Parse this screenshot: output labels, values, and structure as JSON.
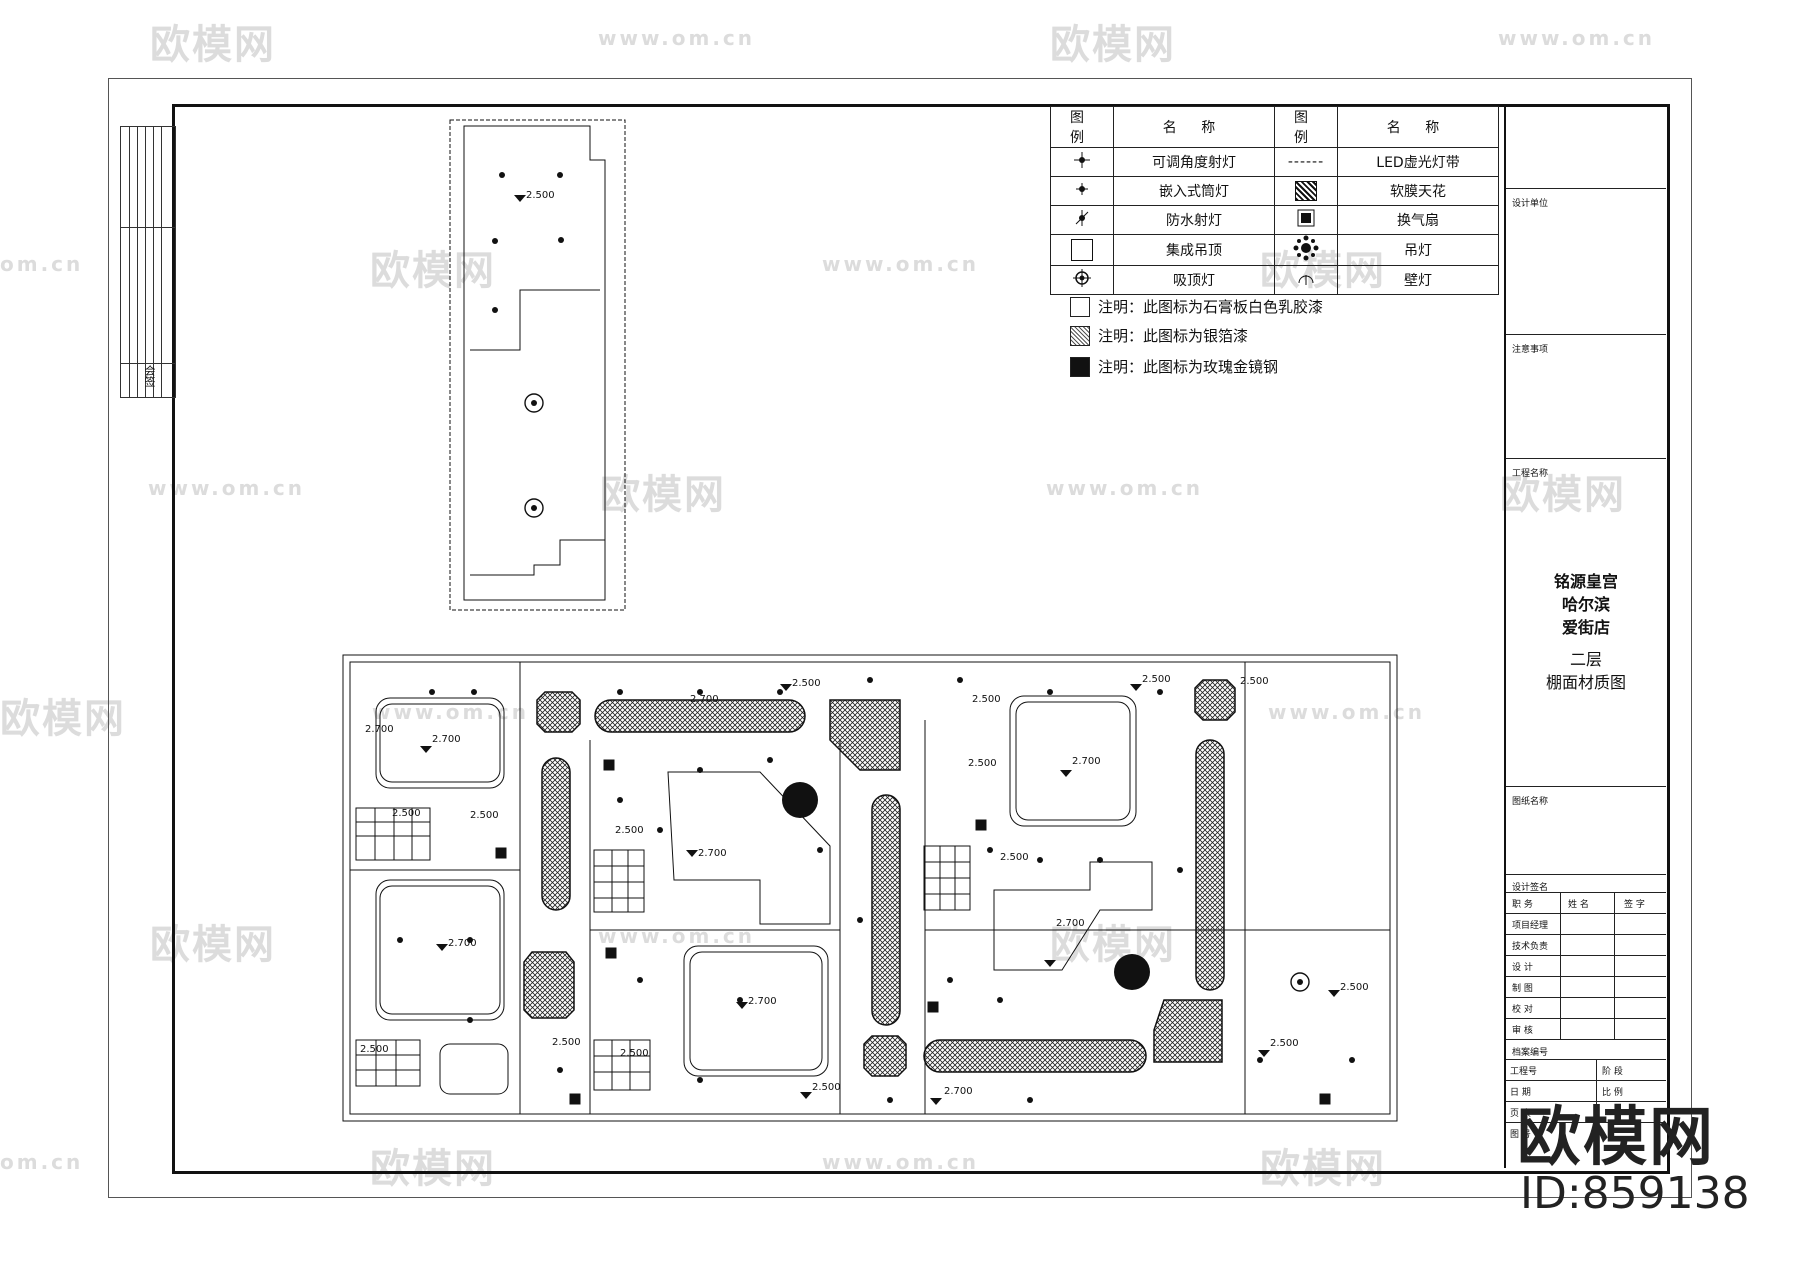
{
  "watermarks": {
    "brand": "欧模网",
    "url": "www.om.cn",
    "url_short": "om.cn"
  },
  "legend": {
    "headers": [
      "图 例",
      "名 称",
      "图 例",
      "名 称"
    ],
    "rows": [
      {
        "left_name": "可调角度射灯",
        "left_icon": "adjustable-spotlight-icon",
        "right_name": "LED虚光灯带",
        "right_icon": "led-strip-dashed-icon",
        "right_symbol": "------"
      },
      {
        "left_name": "嵌入式筒灯",
        "left_icon": "recessed-downlight-icon",
        "right_name": "软膜天花",
        "right_icon": "soft-film-ceiling-icon"
      },
      {
        "left_name": "防水射灯",
        "left_icon": "waterproof-spotlight-icon",
        "right_name": "换气扇",
        "right_icon": "ventilation-fan-icon"
      },
      {
        "left_name": "集成吊顶",
        "left_icon": "integrated-ceiling-icon",
        "right_name": "吊灯",
        "right_icon": "chandelier-icon"
      },
      {
        "left_name": "吸顶灯",
        "left_icon": "ceiling-light-icon",
        "right_name": "壁灯",
        "right_icon": "wall-lamp-icon"
      }
    ]
  },
  "notes": [
    {
      "text": "注明：此图标为石膏板白色乳胶漆",
      "swatch": "white"
    },
    {
      "text": "注明：此图标为银箔漆",
      "swatch": "hatch"
    },
    {
      "text": "注明：此图标为玫瑰金镜钢",
      "swatch": "black"
    }
  ],
  "stamp": {
    "label": "会签"
  },
  "title_block": {
    "design_unit": "设计单位",
    "notes_label": "注意事项",
    "project_label": "工程名称",
    "project_lines": [
      "铭源皇宫",
      "哈尔滨",
      "爱街店"
    ],
    "drawing_lines": [
      "二层",
      "棚面材质图"
    ],
    "drawing_name_label": "图纸名称",
    "signature_label": "设计签名",
    "sig_headers": [
      "职 务",
      "姓 名",
      "签 字"
    ],
    "sig_roles": [
      "项目经理",
      "技术负责",
      "设 计",
      "制 图",
      "校 对",
      "审 核"
    ],
    "archive_label": "档案编号",
    "archive_rows": [
      {
        "left": "工程号",
        "right": "阶 段"
      },
      {
        "left": "日 期",
        "right": "比 例"
      },
      {
        "left": "页 次",
        "right": ""
      },
      {
        "left": "图 号",
        "right": ""
      }
    ]
  },
  "plan_heights": [
    "2.500",
    "2.700"
  ],
  "logo": {
    "name": "欧模网",
    "id": "ID:859138"
  }
}
